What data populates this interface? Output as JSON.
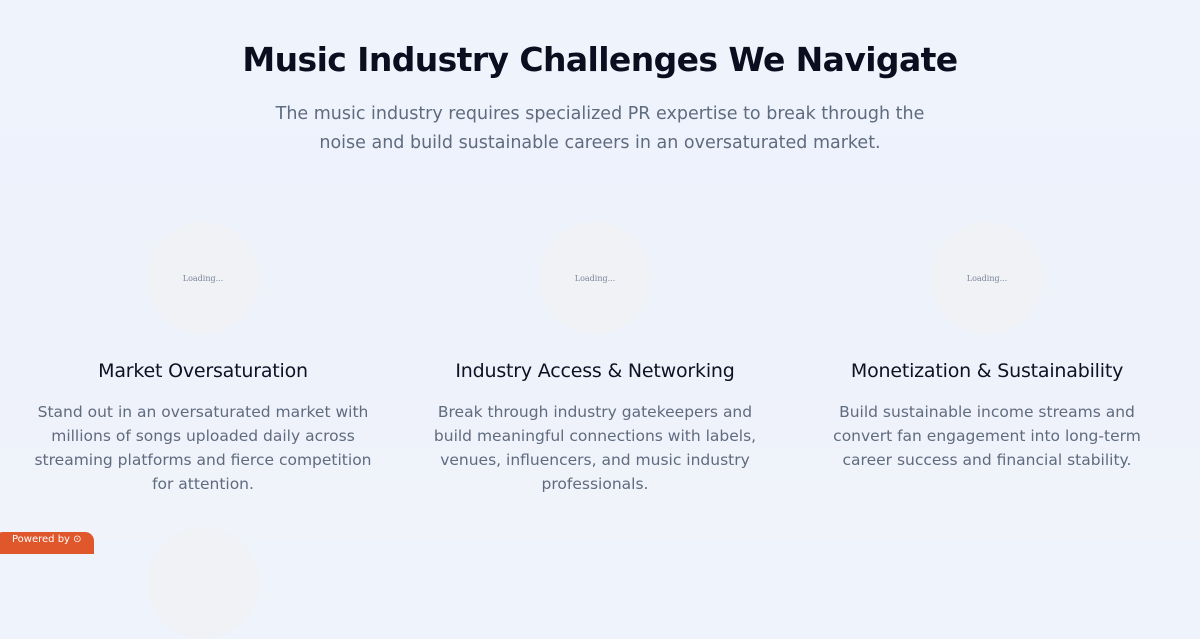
{
  "section": {
    "title": "Music Industry Challenges We Navigate",
    "subtitle": "The music industry requires specialized PR expertise to break through the noise and build sustainable careers in an oversaturated market."
  },
  "cards": [
    {
      "image_loading": "Loading...",
      "title": "Market Oversaturation",
      "text": "Stand out in an oversaturated market with millions of songs uploaded daily across streaming platforms and fierce competition for attention."
    },
    {
      "image_loading": "Loading...",
      "title": "Industry Access & Networking",
      "text": "Break through industry gatekeepers and build meaningful connections with labels, venues, influencers, and music industry professionals."
    },
    {
      "image_loading": "Loading...",
      "title": "Monetization & Sustainability",
      "text": "Build sustainable income streams and convert fan engagement into long-term career success and financial stability."
    }
  ],
  "badge": {
    "label": "Powered by ⊙",
    "color": "#e0572b"
  }
}
